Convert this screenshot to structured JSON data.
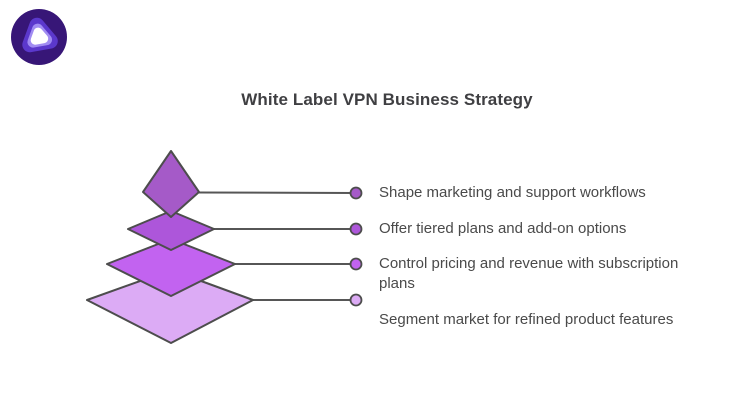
{
  "page": {
    "background": "#ffffff"
  },
  "logo": {
    "name": "purevpn-logo",
    "outer_color": "#371677",
    "mid_color": "#5b38cc",
    "inner_color": "#a18cf2",
    "core_color": "#ffffff"
  },
  "title": {
    "text": "White Label VPN Business Strategy",
    "color": "#3f3f42"
  },
  "diagram": {
    "type": "pyramid",
    "outline_color": "#4d4d4d",
    "connector_color": "#565656",
    "levels": [
      {
        "rank": 1,
        "label": "Shape marketing and support workflows",
        "fill": "#a55ac8"
      },
      {
        "rank": 2,
        "label": "Offer tiered plans and add-on options",
        "fill": "#ad56da"
      },
      {
        "rank": 3,
        "label": "Control pricing and revenue with subscription plans",
        "fill": "#c263f0"
      },
      {
        "rank": 4,
        "label": "Segment market for refined product features",
        "fill": "#dcabf5"
      }
    ]
  }
}
